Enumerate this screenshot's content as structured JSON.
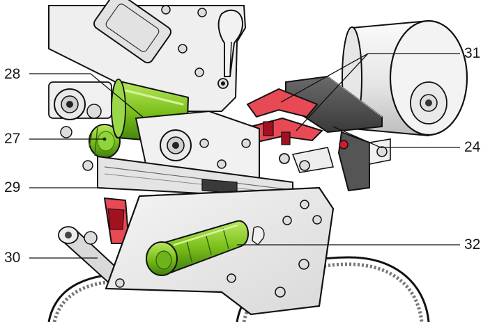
{
  "callouts": [
    {
      "id": "c28",
      "label": "28"
    },
    {
      "id": "c27",
      "label": "27"
    },
    {
      "id": "c29",
      "label": "29"
    },
    {
      "id": "c30",
      "label": "30"
    },
    {
      "id": "c31",
      "label": "31"
    },
    {
      "id": "c24",
      "label": "24"
    },
    {
      "id": "c32",
      "label": "32"
    }
  ],
  "colors": {
    "green": "#7cc01c",
    "green_dark": "#3f7f0c",
    "red": "#e84a55",
    "red_dark": "#a3101f",
    "metal": "#e8e8e8",
    "outline": "#111111",
    "dark_part": "#4a4a4a"
  }
}
